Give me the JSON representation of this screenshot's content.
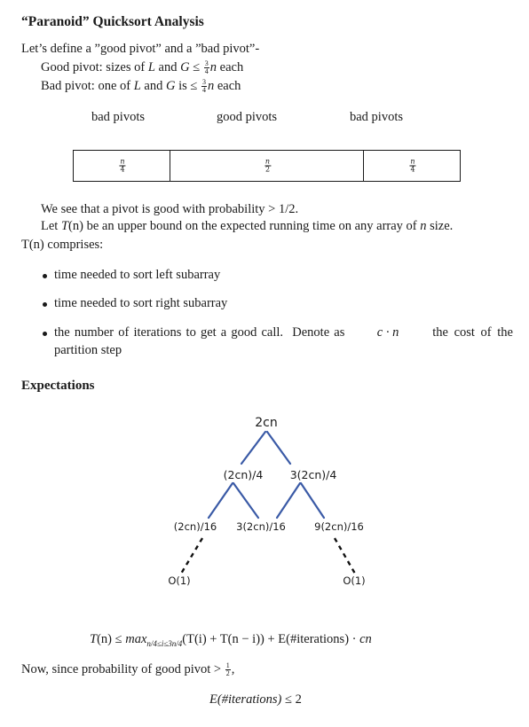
{
  "title": "“Paranoid” Quicksort Analysis",
  "intro": "Let’s define a ”good pivot” and a ”bad pivot”-",
  "good_pivot": {
    "prefix": "Good pivot: sizes of ",
    "L": "L",
    "and": " and ",
    "G": "G",
    "leq": " ≤ ",
    "frac_num": "3",
    "frac_den": "4",
    "n": "n",
    "suffix": " each"
  },
  "bad_pivot": {
    "prefix": "Bad pivot: one of ",
    "L": "L",
    "and": " and ",
    "G": "G",
    "is": " is ",
    "leq": "≤ ",
    "frac_num": "3",
    "frac_den": "4",
    "n": "n",
    "suffix": " each"
  },
  "pivot_diagram": {
    "labels": [
      "bad pivots",
      "good pivots",
      "bad pivots"
    ],
    "segments": [
      {
        "num": "n",
        "den": "4"
      },
      {
        "num": "n",
        "den": "2"
      },
      {
        "num": "n",
        "den": "4"
      }
    ]
  },
  "prob_line": "We see that a pivot is good with probability > 1/2.",
  "let_line": {
    "prefix": "Let ",
    "T": "T",
    "n_arg": "(n)",
    "middle": " be an upper bound on the expected running time on any array of ",
    "n": "n",
    "suffix": " size."
  },
  "comprises": "T(n) comprises:",
  "bullets": [
    "time needed to sort left subarray",
    "time needed to sort right subarray"
  ],
  "bullet3": {
    "line1_prefix": "the number of iterations to get a good call.  Denote as ",
    "math": "c · n",
    "line1_suffix": " the cost of the",
    "line2": "partition step"
  },
  "section": "Expectations",
  "tree": {
    "root": "2cn",
    "l1_left": "(2cn)/4",
    "l1_right": "3(2cn)/4",
    "l2_a": "(2cn)/16",
    "l2_b": "3(2cn)/16",
    "l2_c": "9(2cn)/16",
    "leaf_left": "O(1)",
    "leaf_right": "O(1)",
    "line_color": "#3a5aa6"
  },
  "recurrence": {
    "T": "T",
    "n": "(n)",
    "leq": " ≤ ",
    "max": "max",
    "sub": "n/4≤i≤3n/4",
    "body": "(T(i) + T(n − i)) + E(#iterations) · ",
    "cn": "cn"
  },
  "now_line": {
    "text": "Now, since probability of good pivot > ",
    "frac_num": "1",
    "frac_den": "2",
    "suffix": ","
  },
  "expect_line": {
    "E": "E",
    "arg": "(#iterations)",
    "rest": " ≤ 2"
  }
}
